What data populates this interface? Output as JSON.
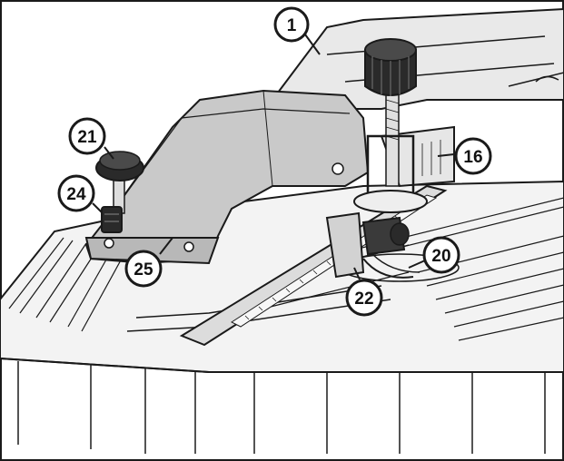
{
  "callouts": {
    "c1": {
      "label": "1"
    },
    "c16": {
      "label": "16"
    },
    "c20": {
      "label": "20"
    },
    "c21": {
      "label": "21"
    },
    "c22": {
      "label": "22"
    },
    "c24": {
      "label": "24"
    },
    "c25": {
      "label": "25"
    }
  },
  "colors": {
    "line": "#1a1a1a",
    "table": "#f2f2f2",
    "housing": "#c9c9c9",
    "knob": "#2a2a2a",
    "callout_fill": "#ffffff"
  }
}
